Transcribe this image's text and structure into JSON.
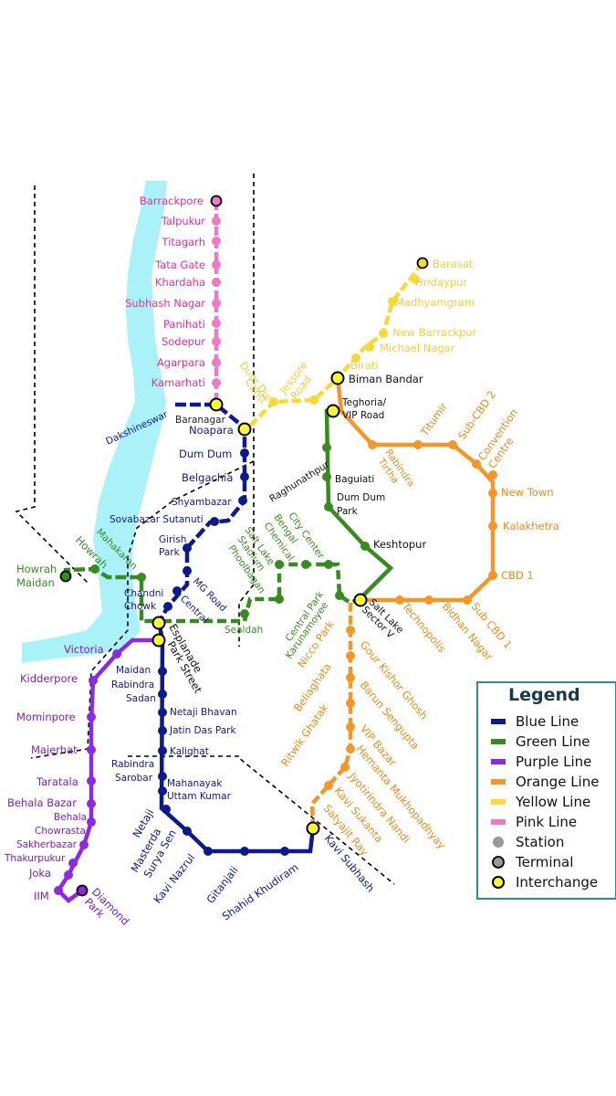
{
  "colors": {
    "blue": "#0c1a8e",
    "green": "#3a8a22",
    "purple": "#8a2be2",
    "orange": "#f5962a",
    "yellow": "#f7d93a",
    "pink": "#f07ac6",
    "river": "#aaf1f8",
    "border": "#000000",
    "legend_frame": "#2f8a94"
  },
  "lines": {
    "pink": {
      "name": "Pink Line",
      "stations": [
        "Barrackpore",
        "Talpukur",
        "Titagarh",
        "Tata Gate",
        "Khardaha",
        "Subhash Nagar",
        "Panihati",
        "Sodepur",
        "Agarpara",
        "Kamarhati",
        "Baranagar"
      ]
    },
    "yellow": {
      "name": "Yellow Line",
      "stations": [
        "Barasat",
        "Hridaypur",
        "Madhyamgram",
        "New Barrackpur",
        "Michael Nagar",
        "Birati",
        "Biman Bandar",
        "Jessore Road",
        "Dum Dum Cantt",
        "Noapara"
      ]
    },
    "blue": {
      "name": "Blue Line",
      "stations": [
        "Dakshineswar",
        "Baranagar",
        "Noapara",
        "Dum Dum",
        "Belgachia",
        "Shyambazar",
        "Sovabazar Sutanuti",
        "Girish Park",
        "MG Road",
        "Central",
        "Chandni Chowk",
        "Esplanade",
        "Park Street",
        "Maidan",
        "Rabindra Sadan",
        "Netaji Bhavan",
        "Jatin Das Park",
        "Kalighat",
        "Rabindra Sarobar",
        "Mahanayak Uttam Kumar",
        "Netaji",
        "Masterda Surya Sen",
        "Gitanjali",
        "Kavi Nazrul",
        "Shahid Khudiram",
        "Kavi Subhash"
      ]
    },
    "green": {
      "name": "Green Line",
      "stations": [
        "Howrah Maidan",
        "Howrah",
        "Mahakaran",
        "Esplanade",
        "Sealdah",
        "Phoolbagan",
        "Salt Lake Stadium",
        "Bengal Chemical",
        "City Center",
        "Central Park",
        "Karunamoyee",
        "Salt Lake Sector V",
        "Keshtopur",
        "Dum Dum Park",
        "Baguiati",
        "Raghunathpur",
        "Teghoria/ VIP Road"
      ]
    },
    "purple": {
      "name": "Purple Line",
      "stations": [
        "Esplanade",
        "Victoria",
        "Kidderpore",
        "Mominpore",
        "Majerhat",
        "Taratala",
        "Behala Bazar",
        "Behala Chowrasta",
        "Sakherbazar",
        "Thakurpukur",
        "Joka",
        "IIM",
        "Diamond Park"
      ]
    },
    "orange": {
      "name": "Orange Line",
      "stations": [
        "Kavi Subhash",
        "Satyajit Ray",
        "Jyotirindra Nandi",
        "Kavi Sukanta",
        "Hemanta Mukhopadhyay",
        "VIP Bazar",
        "Ritwik Ghatak",
        "Barun Sengupta",
        "Beliaghata",
        "Gour Kishor Ghosh",
        "Nicco Park",
        "Salt Lake Sector V",
        "Technopolis",
        "Bidhan Nagar",
        "Sub CBD 1",
        "CBD 1",
        "Kalakhetra",
        "New Town",
        "Convention Centre",
        "Sub-CBD 2",
        "Titumir",
        "Rabindra Tirtha",
        "Teghoria/ VIP Road",
        "Biman Bandar"
      ]
    }
  },
  "labels": {
    "barrackpore": "Barrackpore",
    "talpukur": "Talpukur",
    "titagarh": "Titagarh",
    "tata_gate": "Tata Gate",
    "khardaha": "Khardaha",
    "subhash_nagar": "Subhash Nagar",
    "panihati": "Panihati",
    "sodepur": "Sodepur",
    "agarpara": "Agarpara",
    "kamarhati": "Kamarhati",
    "baranagar": "Baranagar",
    "dakshineswar": "Dakshineswar",
    "noapara": "Noapara",
    "dum_dum": "Dum Dum",
    "belgachia": "Belgachia",
    "shyambazar": "Shyambazar",
    "sovabazar": "Sovabazar Sutanuti",
    "girish_park_1": "Girish",
    "girish_park_2": "Park",
    "mg_road": "MG Road",
    "central": "Central",
    "chandni_1": "Chandni",
    "chandni_2": "Chowk",
    "esplanade": "Esplanade",
    "park_street": "Park Street",
    "maidan": "Maidan",
    "rabindra_sadan_1": "Rabindra",
    "rabindra_sadan_2": "Sadan",
    "netaji_bhavan": "Netaji Bhavan",
    "jatin_das_park": "Jatin Das Park",
    "kalighat": "Kalighat",
    "rabindra_sarobar_1": "Rabindra",
    "rabindra_sarobar_2": "Sarobar",
    "mahanayak_1": "Mahanayak",
    "mahanayak_2": "Uttam Kumar",
    "netaji": "Netaji",
    "masterda_1": "Masterda",
    "masterda_2": "Surya Sen",
    "kavi_nazrul": "Kavi Nazrul",
    "gitanjali": "Gitanjali",
    "shahid_khudiram": "Shahid Khudiram",
    "kavi_subhash": "Kavi Subhash",
    "barasat": "Barasat",
    "hridaypur": "Hridaypur",
    "madhyamgram": "Madhyamgram",
    "new_barrackpur": "New Barrackpur",
    "michael_nagar": "Michael Nagar",
    "birati": "Birati",
    "biman_bandar": "Biman Bandar",
    "jessore_1": "Jessore",
    "jessore_2": "Road",
    "dumdum_cantt_1": "Dum Dum",
    "dumdum_cantt_2": "Cantt",
    "teghoria_1": "Teghoria/",
    "teghoria_2": "VIP Road",
    "raghunathpur": "Raghunathpur",
    "baguiati": "Baguiati",
    "dum_dum_park_1": "Dum Dum",
    "dum_dum_park_2": "Park",
    "keshtopur": "Keshtopur",
    "salt_lake_1": "Salt Lake",
    "salt_lake_2": "Sector V",
    "karunamoyee": "Karunamoyee",
    "central_park": "Central Park",
    "city_center": "City Center",
    "bengal_chemical_1": "Bengal",
    "bengal_chemical_2": "Chemical",
    "salt_lake_stadium_1": "Salt Lake",
    "salt_lake_stadium_2": "Stadium",
    "phoolbagan": "Phoolbagan",
    "sealdah": "Sealdah",
    "mahakaran": "Mahakaran",
    "howrah": "Howrah",
    "howrah_maidan_1": "Howrah",
    "howrah_maidan_2": "Maidan",
    "victoria": "Victoria",
    "kidderpore": "Kidderpore",
    "mominpore": "Mominpore",
    "majerhat": "Majerhat",
    "taratala": "Taratala",
    "behala_bazar": "Behala Bazar",
    "behala_chowrasta_1": "Behala",
    "behala_chowrasta_2": "Chowrasta",
    "sakherbazar": "Sakherbazar",
    "thakurpukur": "Thakurpukur",
    "joka": "Joka",
    "iim": "IIM",
    "diamond_park_1": "Diamond",
    "diamond_park_2": "Park",
    "technopolis": "Technopolis",
    "bidhan_nagar": "Bidhan Nagar",
    "sub_cbd1": "Sub CBD 1",
    "cbd1": "CBD 1",
    "kalakhetra": "Kalakhetra",
    "new_town": "New Town",
    "convention_1": "Convention",
    "convention_2": "Centre",
    "sub_cbd2": "Sub-CBD 2",
    "titumir": "Titumir",
    "rabindra_tirtha_1": "Rabindra",
    "rabindra_tirtha_2": "Tirtha",
    "nicco_park": "Nicco Park",
    "gour_kishor": "Gour Kishor Ghosh",
    "beliaghata": "Beliaghata",
    "barun_sengupta": "Barun Sengupta",
    "ritwik_ghatak": "Ritwik Ghatak",
    "vip_bazar": "VIP Bazar",
    "hemanta": "Hemanta Mukhopadhyay",
    "kavi_sukanta": "Kavi Sukanta",
    "jyotirindra": "Jyotirindra Nandi",
    "satyajit_ray": "Satyajit Ray"
  },
  "legend": {
    "title": "Legend",
    "items": [
      {
        "label": "Blue Line",
        "color": "#0c1a8e",
        "kind": "line"
      },
      {
        "label": "Green Line",
        "color": "#3a8a22",
        "kind": "line"
      },
      {
        "label": "Purple Line",
        "color": "#8a2be2",
        "kind": "line"
      },
      {
        "label": "Orange Line",
        "color": "#f5962a",
        "kind": "line"
      },
      {
        "label": "Yellow Line",
        "color": "#f7d93a",
        "kind": "line"
      },
      {
        "label": "Pink Line",
        "color": "#f07ac6",
        "kind": "line"
      },
      {
        "label": "Station",
        "color": "#999999",
        "kind": "station"
      },
      {
        "label": "Terminal",
        "color": "#999999",
        "kind": "terminal"
      },
      {
        "label": "Interchange",
        "color": "#f7f73a",
        "kind": "interchange"
      }
    ]
  }
}
